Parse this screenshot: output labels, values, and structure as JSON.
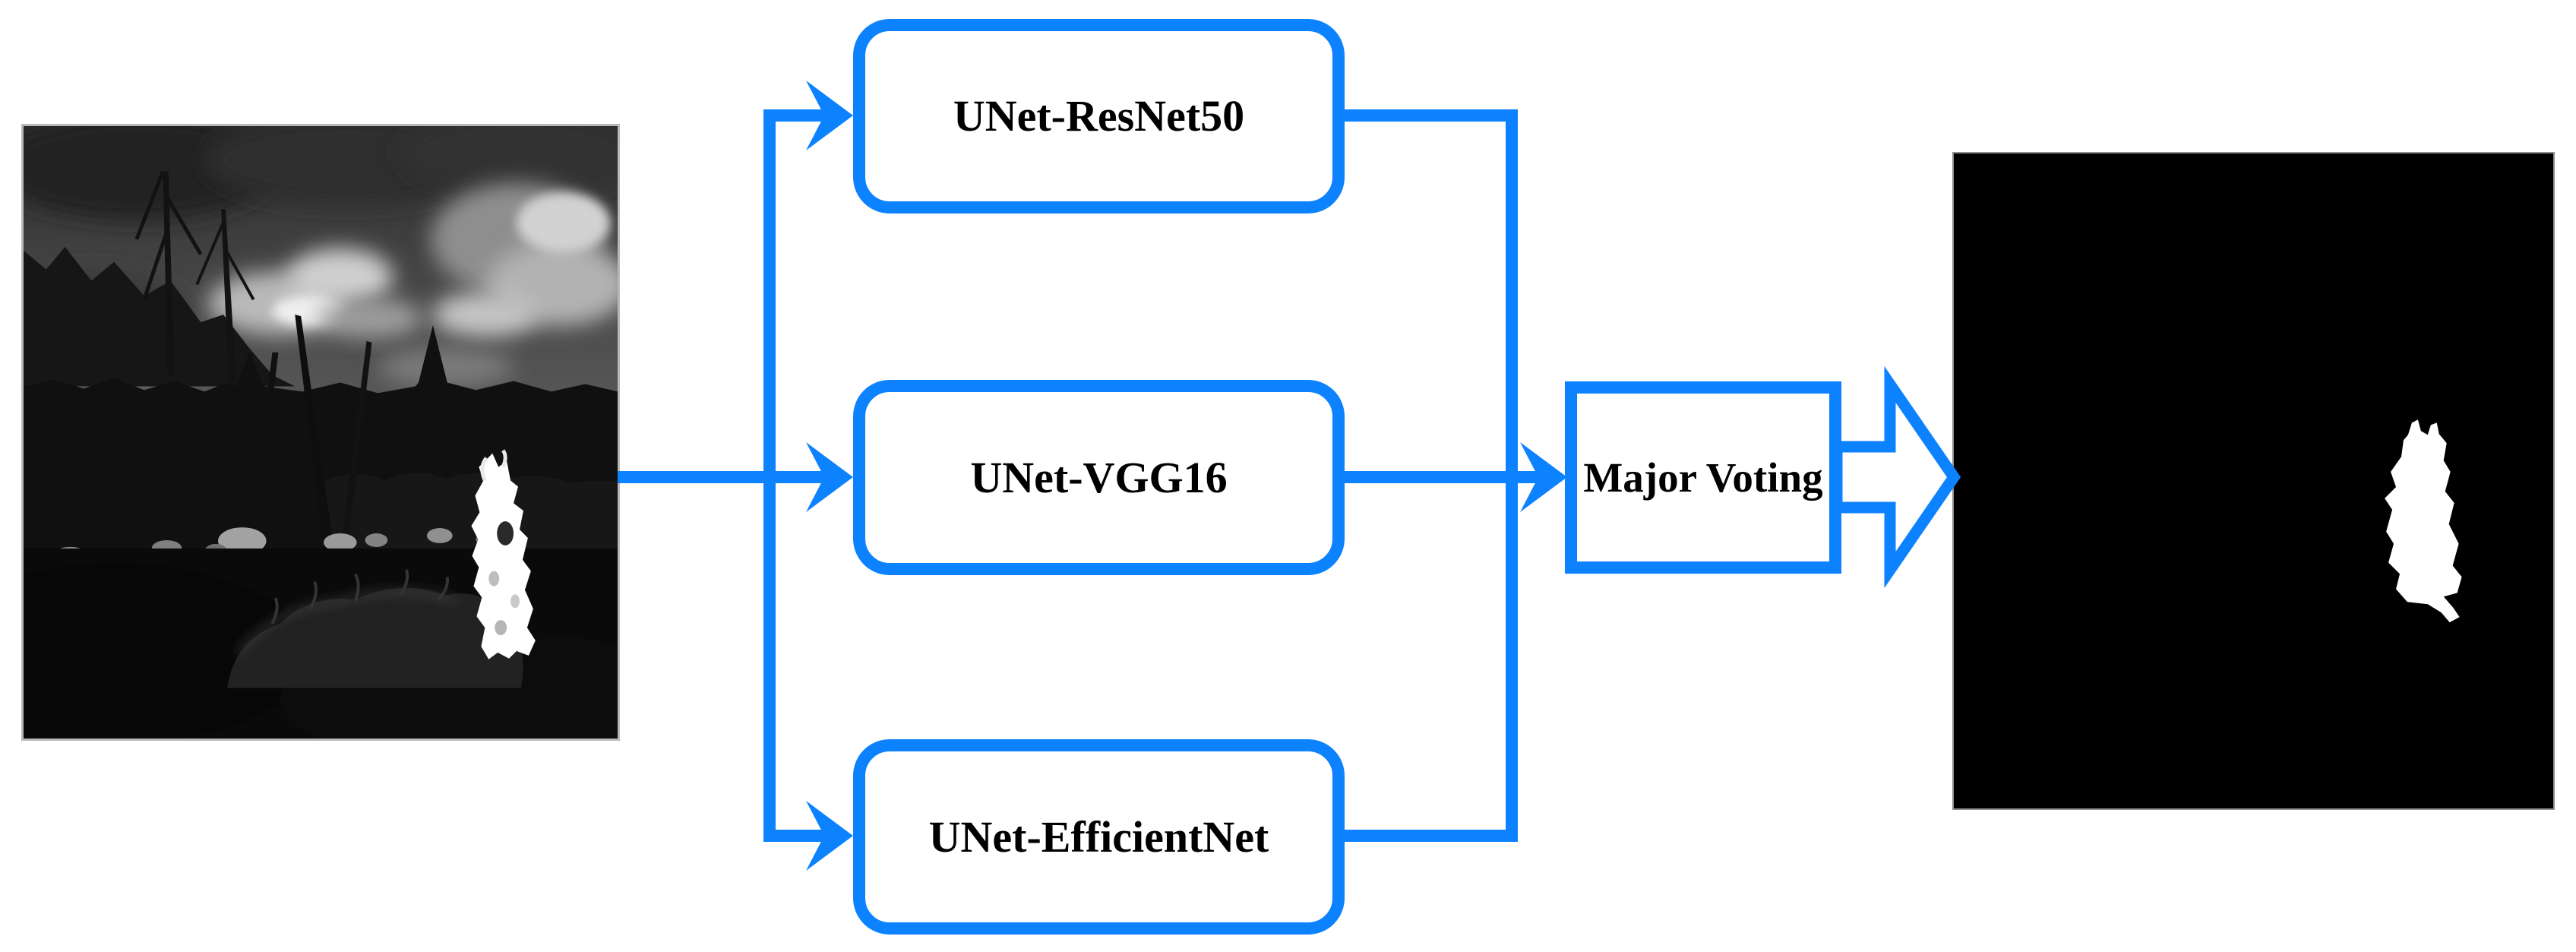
{
  "figure": {
    "type": "ensemble-flow-diagram",
    "accent_color": "#0d82ff",
    "text_color": "#000000",
    "box_fill": "#ffffff",
    "input": {
      "name": "fire-scene-photo",
      "kind": "grayscale photograph of a grass fire in a dark forest clearing"
    },
    "models": [
      {
        "label": "UNet-ResNet50"
      },
      {
        "label": "UNet-VGG16"
      },
      {
        "label": "UNet-EfficientNet"
      }
    ],
    "fusion": {
      "label": "Major Voting"
    },
    "output": {
      "name": "fire-segmentation-mask",
      "kind": "black image with white fire mask blob"
    }
  }
}
